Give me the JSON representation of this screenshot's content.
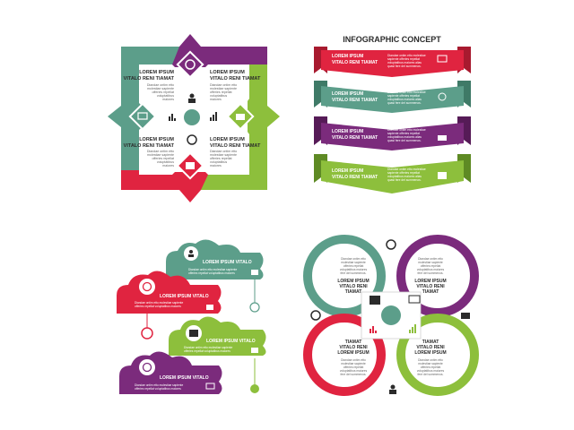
{
  "colors": {
    "teal": "#5c9e8a",
    "purple": "#7b2b7c",
    "green": "#8dbf3c",
    "red": "#e02440",
    "dark": "#2b2b2b"
  },
  "icons": [
    "target-icon",
    "user-icon",
    "globe-icon",
    "bar-chart-icon",
    "presentation-icon",
    "briefcase-icon",
    "bank-icon",
    "gear-icon",
    "rising-chart-icon"
  ],
  "frame": {
    "blocks": [
      {
        "title1": "LOREM IPSUM",
        "title2": "VITALO RENI TIAMAT",
        "body": [
          "Diandae ontim etto",
          "molestiae sapiente",
          "offeries repellat",
          "voluptatibus",
          "maiores"
        ]
      },
      {
        "title1": "LOREM IPSUM",
        "title2": "VITALO RENI TIAMAT",
        "body": [
          "Diandae ontim etto",
          "molestiae sapiente",
          "offeries repellat",
          "voluptatibus",
          "maiores"
        ]
      },
      {
        "title1": "LOREM IPSUM",
        "title2": "VITALO RENI TIAMAT",
        "body": [
          "Diandae ontim etto",
          "molestiae sapiente",
          "offeries repellat",
          "voluptatibus",
          "maiores"
        ]
      },
      {
        "title1": "LOREM IPSUM",
        "title2": "VITALO RENI TIAMAT",
        "body": [
          "Diandae ontim etto",
          "molestiae sapiente",
          "offeries repellat",
          "voluptatibus",
          "maiores"
        ]
      }
    ]
  },
  "banners": {
    "title": "INFOGRAPHIC CONCEPT",
    "items": [
      {
        "title1": "LOREM IPSUM",
        "title2": "VITALO RENI TIAMAT",
        "body": [
          "Diandae ontim etto molestiae",
          "sapiente offeries repellat",
          "voluptatibus maiores alias",
          "quasi fere del summenos."
        ]
      },
      {
        "title1": "LOREM IPSUM",
        "title2": "VITALO RENI TIAMAT",
        "body": [
          "Diandae ontim etto molestiae",
          "sapiente offeries repellat",
          "voluptatibus maiores alias",
          "quasi fere del summenos."
        ]
      },
      {
        "title1": "LOREM IPSUM",
        "title2": "VITALO RENI TIAMAT",
        "body": [
          "Diandae ontim etto molestiae",
          "sapiente offeries repellat",
          "voluptatibus maiores alias",
          "quasi fere del summenos."
        ]
      },
      {
        "title1": "LOREM IPSUM",
        "title2": "VITALO RENI TIAMAT",
        "body": [
          "Diandae ontim etto molestiae",
          "sapiente offeries repellat",
          "voluptatibus maiores alias",
          "quasi fere del summenos."
        ]
      }
    ]
  },
  "clouds": {
    "items": [
      {
        "title": "LOREM IPSUM VITALO",
        "body": [
          "Diandae ontim etto molestiae sapiente",
          "offeries repellat voluptatibus maiores"
        ]
      },
      {
        "title": "LOREM IPSUM VITALO",
        "body": [
          "Diandae ontim etto molestiae sapiente",
          "offeries repellat voluptatibus maiores"
        ]
      },
      {
        "title": "LOREM IPSUM VITALO",
        "body": [
          "Diandae ontim etto molestiae sapiente",
          "offeries repellat voluptatibus maiores"
        ]
      },
      {
        "title": "LOREM IPSUM VITALO",
        "body": [
          "Diandae ontim etto molestiae sapiente",
          "offeries repellat voluptatibus maiores"
        ]
      }
    ]
  },
  "rings": {
    "items": [
      {
        "title1": "LOREM IPSUM",
        "title2": "VITALO RENI",
        "title3": "TIAMAT",
        "body": [
          "Diandae ontim etto",
          "molestiae sapiente",
          "offeries repellat",
          "voluptatibus maiores",
          "fere del summenos."
        ]
      },
      {
        "title1": "LOREM IPSUM",
        "title2": "VITALO RENI",
        "title3": "TIAMAT",
        "body": [
          "Diandae ontim etto",
          "molestiae sapiente",
          "offeries repellat",
          "voluptatibus maiores",
          "fere del summenos."
        ]
      },
      {
        "title1": "LOREM IPSUM",
        "title2": "VITALO RENI",
        "title3": "TIAMAT",
        "body": [
          "Diandae ontim etto",
          "molestiae sapiente",
          "offeries repellat",
          "voluptatibus maiores",
          "fere del summenos."
        ]
      },
      {
        "title1": "LOREM IPSUM",
        "title2": "VITALO RENI",
        "title3": "TIAMAT",
        "body": [
          "Diandae ontim etto",
          "molestiae sapiente",
          "offeries repellat",
          "voluptatibus maiores",
          "fere del summenos."
        ]
      }
    ]
  }
}
